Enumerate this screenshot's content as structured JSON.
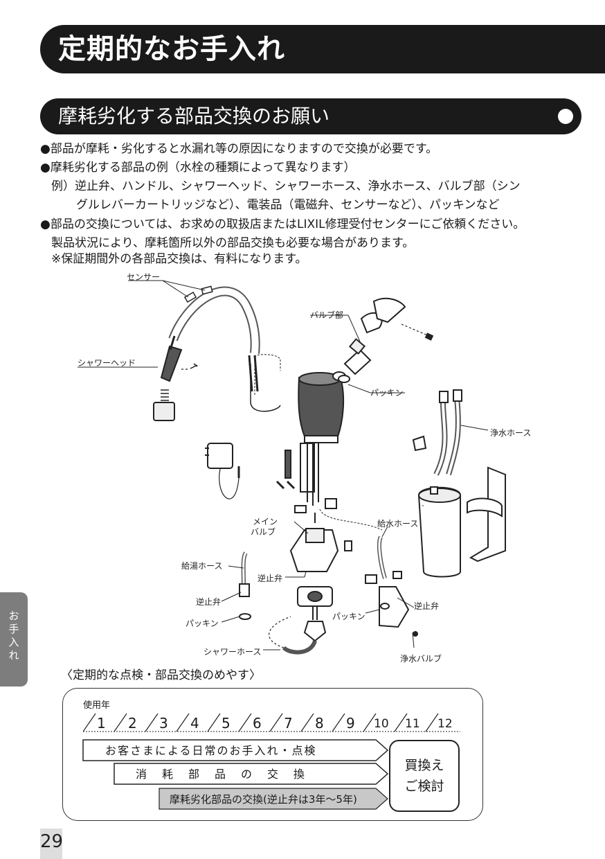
{
  "page": {
    "main_title": "定期的なお手入れ",
    "sub_title": "摩耗劣化する部品交換のお願い",
    "page_number": "29",
    "side_tab": "お手入れ"
  },
  "body": {
    "line1": "●部品が摩耗・劣化すると水漏れ等の原因になりますので交換が必要です。",
    "line2": "●摩耗劣化する部品の例（水栓の種類によって異なります）",
    "line3": "例）逆止弁、ハンドル、シャワーヘッド、シャワーホース、浄水ホース、バルブ部（シン",
    "line4": "グルレバーカートリッジなど）、電装品（電磁弁、センサーなど）、パッキンなど",
    "line5": "●部品の交換については、お求めの取扱店またはLIXIL修理受付センターにご依頼ください。",
    "line6": "製品状況により、摩耗箇所以外の部品交換も必要な場合があります。",
    "line7": "※保証期間外の各部品交換は、有料になります。"
  },
  "diagram": {
    "sensor": "センサー",
    "shower_head": "シャワーヘッド",
    "valve_part": "バルブ部",
    "packing_top": "パッキン",
    "filter_hose": "浄水ホース",
    "main_valve_1": "メイン",
    "main_valve_2": "バルブ",
    "supply_hose": "給水ホース",
    "hot_hose": "給湯ホース",
    "check_valve_center": "逆止弁",
    "check_valve_left": "逆止弁",
    "check_valve_right": "逆止弁",
    "packing_left": "パッキン",
    "packing_right": "パッキン",
    "shower_hose": "シャワーホース",
    "filter_valve": "浄水バルブ"
  },
  "schedule": {
    "heading": "〈定期的な点検・部品交換のめやす〉",
    "years_label": "使用年",
    "years": [
      "1",
      "2",
      "3",
      "4",
      "5",
      "6",
      "7",
      "8",
      "9",
      "10",
      "11",
      "12"
    ],
    "bar1": "お客さまによる日常のお手入れ・点検",
    "bar2": "消　耗　部　品　の　交　換",
    "bar3": "摩耗劣化部品の交換(逆止弁は3年〜5年)",
    "replace_1": "買換え",
    "replace_2": "ご検討"
  }
}
